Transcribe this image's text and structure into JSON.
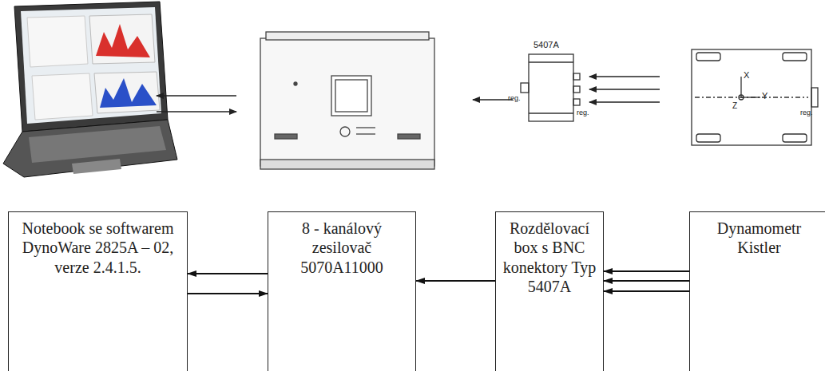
{
  "diagram": {
    "nodes": [
      {
        "text": [
          "Notebook se softwarem DynoWare 2825A – 02, verze 2.4.1.5."
        ]
      },
      {
        "text": [
          "8 - kanálový zesilovač 5070A11000"
        ]
      },
      {
        "text": [
          "Rozdělovací box s BNC konektory Typ 5407A"
        ]
      },
      {
        "text": [
          "Dynamometr Kistler"
        ]
      }
    ],
    "edges": [
      {
        "from": 1,
        "to": 0,
        "arrow": "to"
      },
      {
        "from": 0,
        "to": 1,
        "arrow": "to"
      },
      {
        "from": 2,
        "to": 1,
        "arrow": "to"
      },
      {
        "from": 3,
        "to": 2,
        "arrow": "to"
      },
      {
        "from": 3,
        "to": 2,
        "arrow": "to"
      },
      {
        "from": 3,
        "to": 2,
        "arrow": "to"
      }
    ],
    "labels": [
      "5407A",
      "reg.",
      "reg.",
      "X",
      "Z",
      "Y",
      "reg."
    ]
  }
}
